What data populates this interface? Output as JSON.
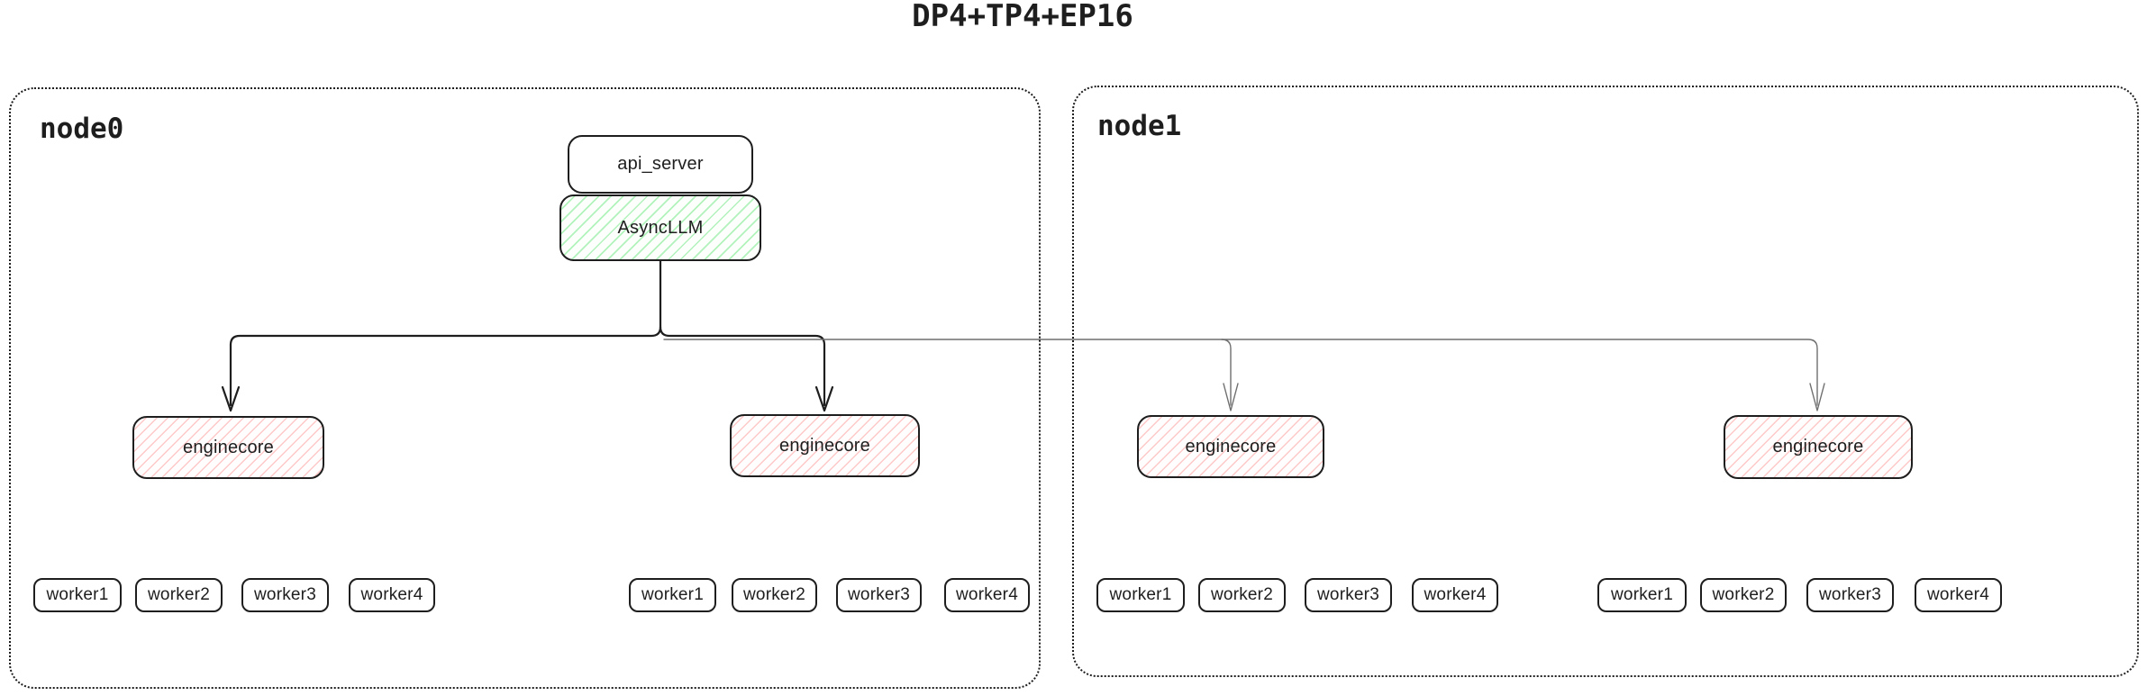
{
  "title": "DP4+TP4+EP16",
  "nodes": [
    {
      "label": "node0",
      "api_server_label": "api_server",
      "async_llm_label": "AsyncLLM",
      "enginecores": [
        "enginecore",
        "enginecore"
      ],
      "worker_groups": [
        [
          "worker1",
          "worker2",
          "worker3",
          "worker4"
        ],
        [
          "worker1",
          "worker2",
          "worker3",
          "worker4"
        ]
      ]
    },
    {
      "label": "node1",
      "enginecores": [
        "enginecore",
        "enginecore"
      ],
      "worker_groups": [
        [
          "worker1",
          "worker2",
          "worker3",
          "worker4"
        ],
        [
          "worker1",
          "worker2",
          "worker3",
          "worker4"
        ]
      ]
    }
  ],
  "colors": {
    "stroke": "#1e1e1e",
    "async_hatch": "#b2f2bb",
    "ec_hatch": "#ffc9c9",
    "secondary_line": "#6e6e6e",
    "background": "#ffffff"
  }
}
